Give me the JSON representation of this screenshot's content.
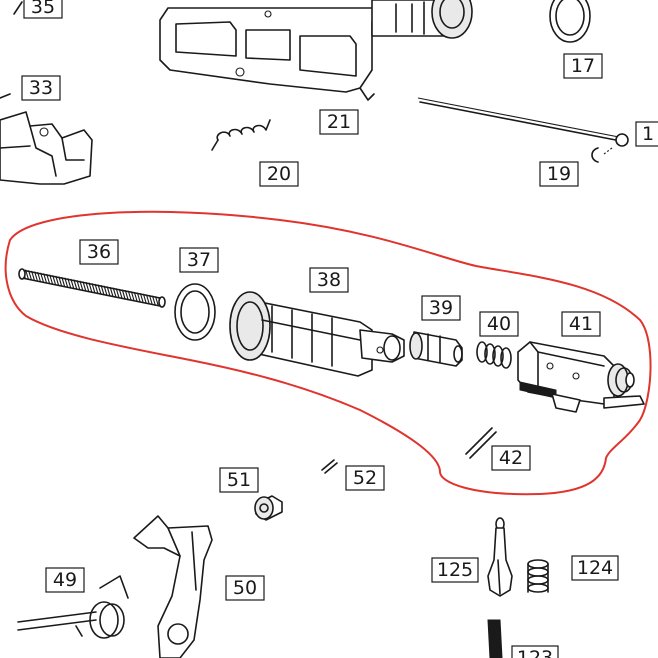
{
  "highlight_color": "#e0342e",
  "labels": {
    "p35": "35",
    "p17": "17",
    "p33": "33",
    "p21": "21",
    "p20": "20",
    "p19": "19",
    "p1": "1",
    "p36": "36",
    "p37": "37",
    "p38": "38",
    "p39": "39",
    "p40": "40",
    "p41": "41",
    "p42": "42",
    "p51": "51",
    "p52": "52",
    "p49": "49",
    "p50": "50",
    "p125": "125",
    "p124": "124",
    "p123": "123"
  }
}
